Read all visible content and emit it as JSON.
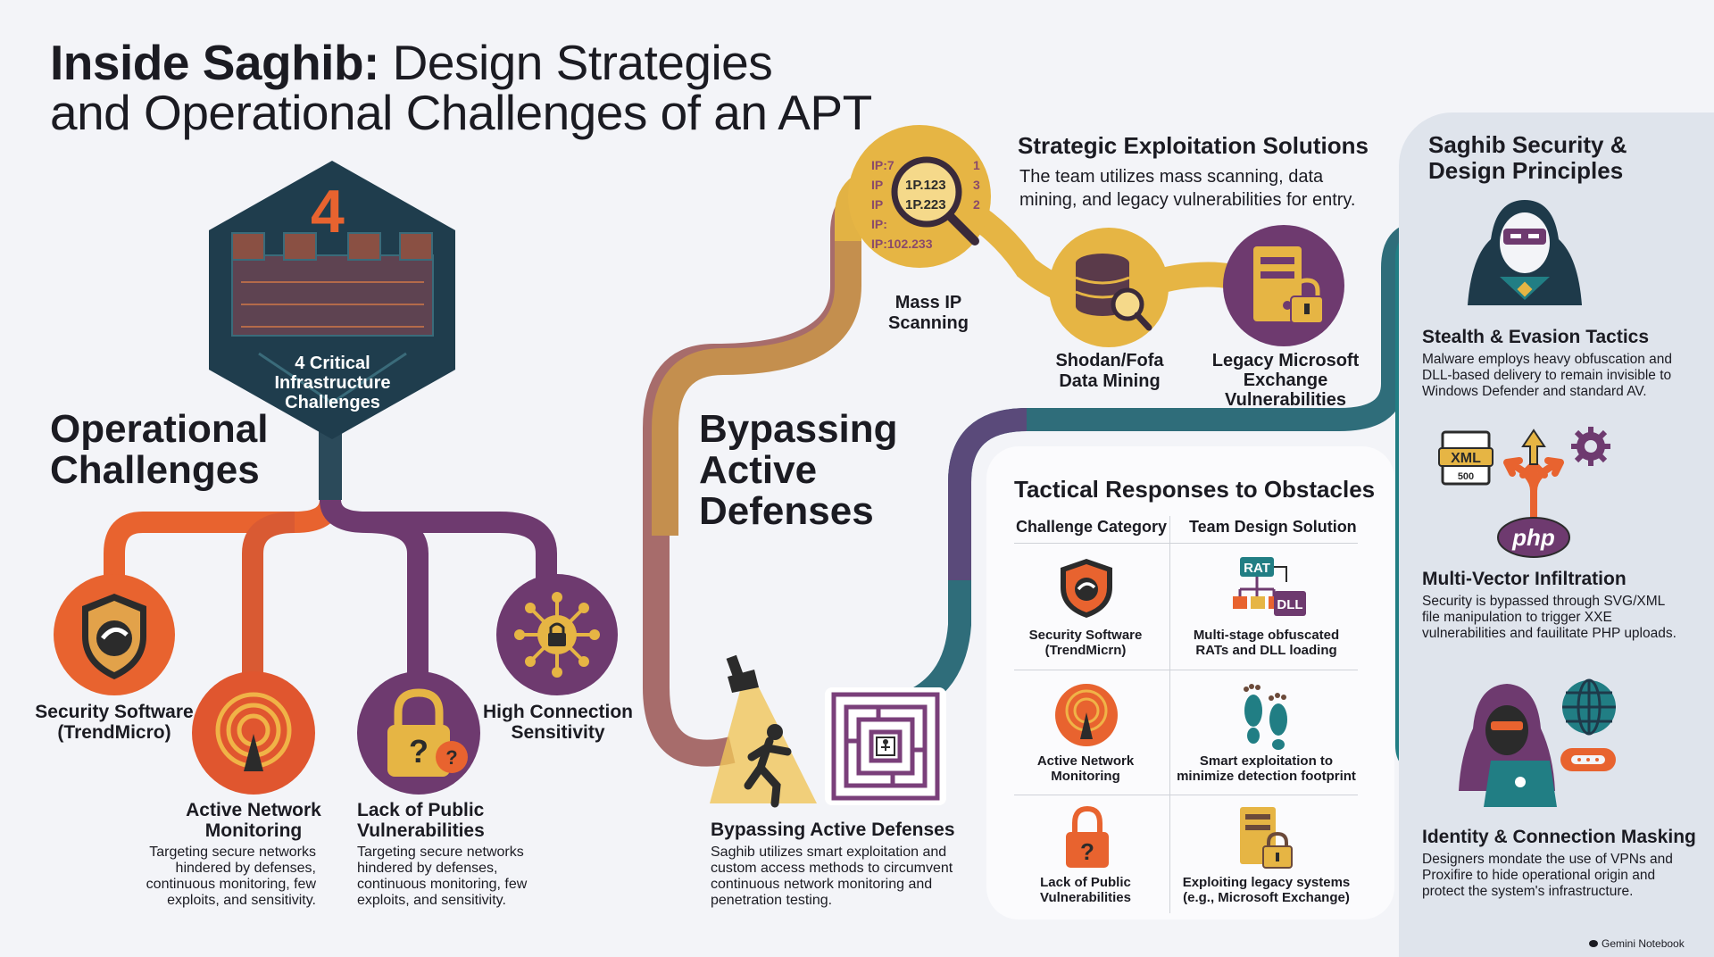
{
  "title": {
    "bold": "Inside Saghib:",
    "rest_line1": " Design Strategies",
    "line2": "and Operational Challenges of an APT"
  },
  "operational": {
    "heading_line1": "Operational",
    "heading_line2": "Challenges",
    "hex_number": "4",
    "hex_label": [
      "4 Critical",
      "Infrastructure",
      "Challenges"
    ],
    "items": [
      {
        "label": [
          "Security Software",
          "(TrendMicro)"
        ]
      },
      {
        "label": [
          "Active Network",
          "Monitoring"
        ],
        "desc": [
          "Targeting secure networks",
          "hindered by defenses,",
          "continuous monitoring, few",
          "exploits, and sensitivity."
        ]
      },
      {
        "label": [
          "Lack of Public",
          "Vulnerabilities"
        ],
        "desc": [
          "Targeting secure networks",
          "hindered by defenses,",
          "continuous monitoring, few",
          "exploits, and sensitivity."
        ]
      },
      {
        "label": [
          "High Connection",
          "Sensitivity"
        ]
      }
    ]
  },
  "bypassing": {
    "heading": [
      "Bypassing",
      "Active",
      "Defenses"
    ],
    "sub_title": "Bypassing Active Defenses",
    "sub_desc": [
      "Saghib utilizes smart exploitation and",
      "custom access methods to circumvent",
      "continuous network monitoring and",
      "penetration testing."
    ]
  },
  "strategic": {
    "title": "Strategic Exploitation Solutions",
    "desc": [
      "The team utilizes mass scanning, data",
      "mining, and legacy vulnerabilities for entry."
    ],
    "scan_text": {
      "ips": [
        "IP:7",
        "IP",
        "IP",
        "IP:",
        "IP:102.233"
      ],
      "glass": [
        "1P.123",
        "1P.223"
      ],
      "digits": [
        "1",
        "3",
        "2"
      ]
    },
    "items": [
      {
        "label": [
          "Mass IP",
          "Scanning"
        ]
      },
      {
        "label": [
          "Shodan/Fofa",
          "Data Mining"
        ]
      },
      {
        "label": [
          "Legacy Microsoft",
          "Exchange",
          "Vulnerabilities"
        ]
      }
    ]
  },
  "tactical": {
    "title": "Tactical Responses to Obstacles",
    "col1": "Challenge Category",
    "col2": "Team Design Solution",
    "rows": [
      {
        "challenge": [
          "Security Software",
          "(TrendMicrn)"
        ],
        "solution": [
          "Multi-stage obfuscated",
          "RATs and DLL loading"
        ],
        "rat": "RAT",
        "dll": "DLL"
      },
      {
        "challenge": [
          "Active Network",
          "Monitoring"
        ],
        "solution": [
          "Smart exploitation to",
          "minimize detection footprint"
        ]
      },
      {
        "challenge": [
          "Lack of Public",
          "Vulnerabilities"
        ],
        "solution": [
          "Exploiting legacy systems",
          "(e.g., Microsoft Exchange)"
        ]
      }
    ]
  },
  "principles": {
    "title": [
      "Saghib Security &",
      "Design Principles"
    ],
    "items": [
      {
        "title": "Stealth & Evasion Tactics",
        "desc": [
          "Malware employs heavy obfuscation and",
          "DLL-based delivery to remain invisible to",
          "Windows Defender and standard AV."
        ]
      },
      {
        "title": "Multi-Vector Infiltration",
        "desc": [
          "Security is bypassed through SVG/XML",
          "file manipulation to trigger XXE",
          "vulnerabilities and fauilitate PHP uploads."
        ],
        "xml": "XML",
        "xml_code": "500",
        "php": "php"
      },
      {
        "title": "Identity & Connection Masking",
        "desc": [
          "Designers mondate the use of VPNs and",
          "Proxifire to hide operational origin and",
          "protect the system's infrastructure."
        ]
      }
    ]
  },
  "footer": "Gemini Notebook",
  "colors": {
    "orange": "#e8632f",
    "purple": "#6e3a6f",
    "gold": "#e6b544",
    "teal": "#217e84",
    "navy": "#1e3a4a"
  }
}
